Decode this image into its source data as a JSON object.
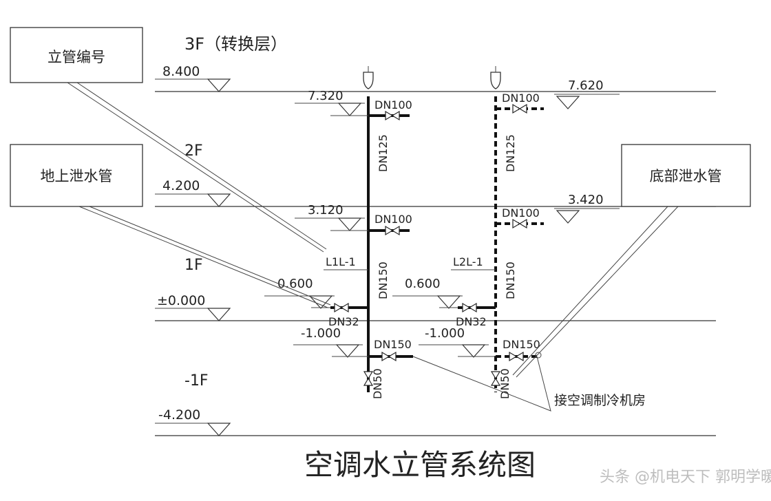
{
  "title": "空调水立管系统图",
  "floors": [
    {
      "name": "3F（转换层）",
      "elevation": "8.400"
    },
    {
      "name": "2F",
      "elevation": "4.200"
    },
    {
      "name": "1F",
      "elevation": "±0.000"
    },
    {
      "name": "-1F",
      "elevation": "-4.200"
    }
  ],
  "callouts": {
    "riser_id": "立管编号",
    "above_ground_drain": "地上泄水管",
    "bottom_drain": "底部泄水管",
    "to_chiller_room": "接空调制冷机房"
  },
  "riser_left": {
    "id": "L1L-1",
    "elev_top": "7.320",
    "elev_mid": "3.120",
    "elev_low": "0.600",
    "elev_bottom": "-1.000",
    "branch_top": "DN100",
    "branch_mid": "DN100",
    "branch_low": "DN32",
    "branch_bottom": "DN150",
    "seg_upper": "DN125",
    "seg_lower": "DN150",
    "drain": "DN50"
  },
  "riser_right": {
    "id": "L2L-1",
    "elev_top": "7.620",
    "elev_mid": "3.420",
    "elev_low": "0.600",
    "elev_bottom": "-1.000",
    "branch_top": "DN100",
    "branch_mid": "DN100",
    "branch_low": "DN32",
    "branch_bottom": "DN150",
    "seg_upper": "DN125",
    "seg_lower": "DN150",
    "drain": "DN50"
  },
  "watermark": "头条 @机电天下 郭明学暖通"
}
